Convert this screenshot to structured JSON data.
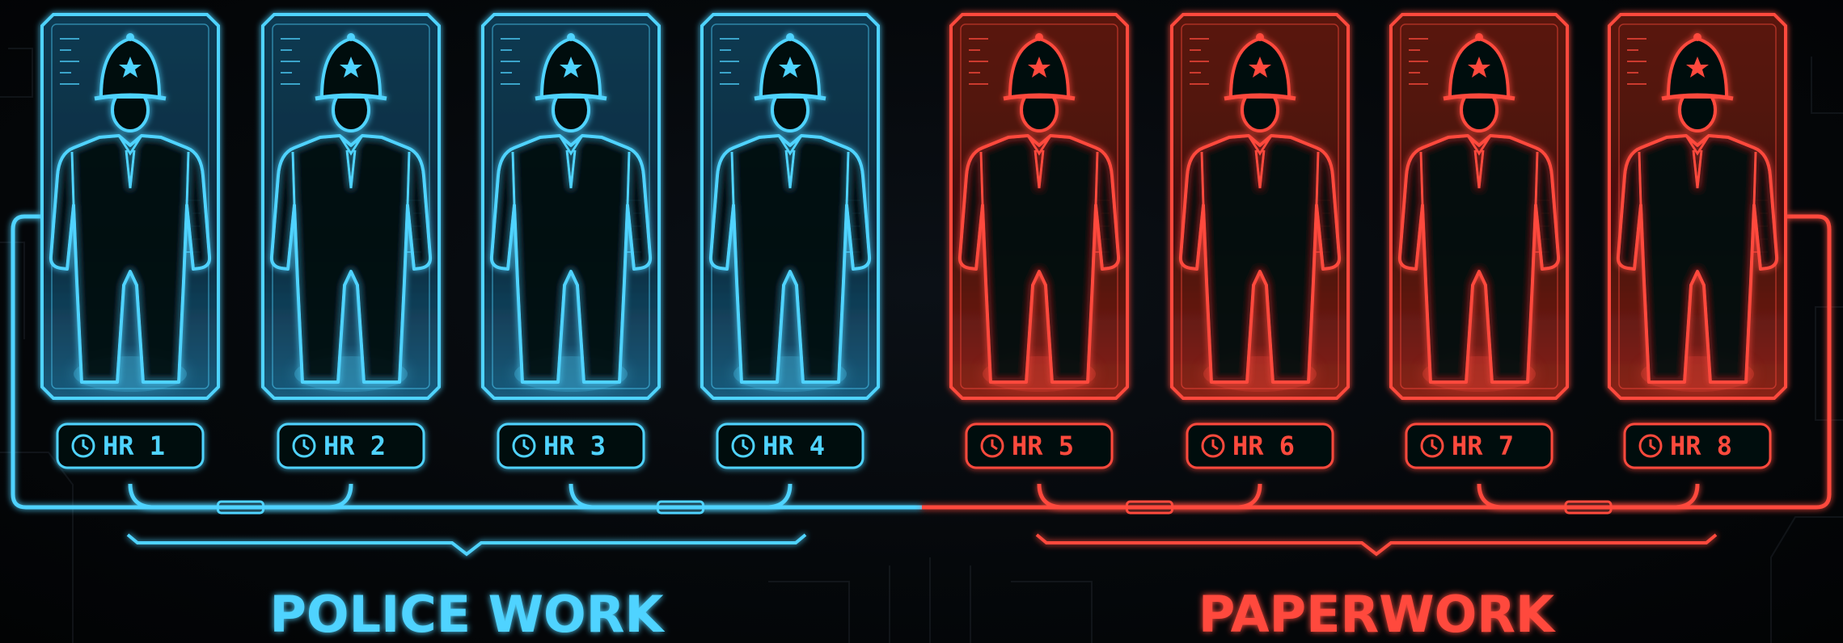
{
  "colors": {
    "blue": "#4fd3ff",
    "red": "#ff4a3d"
  },
  "hours": [
    {
      "label": "HR 1",
      "group": "blue"
    },
    {
      "label": "HR 2",
      "group": "blue"
    },
    {
      "label": "HR 3",
      "group": "blue"
    },
    {
      "label": "HR 4",
      "group": "blue"
    },
    {
      "label": "HR 5",
      "group": "red"
    },
    {
      "label": "HR 6",
      "group": "red"
    },
    {
      "label": "HR 7",
      "group": "red"
    },
    {
      "label": "HR 8",
      "group": "red"
    }
  ],
  "groups": {
    "left": {
      "title": "POLICE WORK",
      "color": "blue"
    },
    "right": {
      "title": "PAPERWORK",
      "color": "red"
    }
  },
  "icons": {
    "officer": "police-officer-icon",
    "clock": "clock-icon"
  }
}
